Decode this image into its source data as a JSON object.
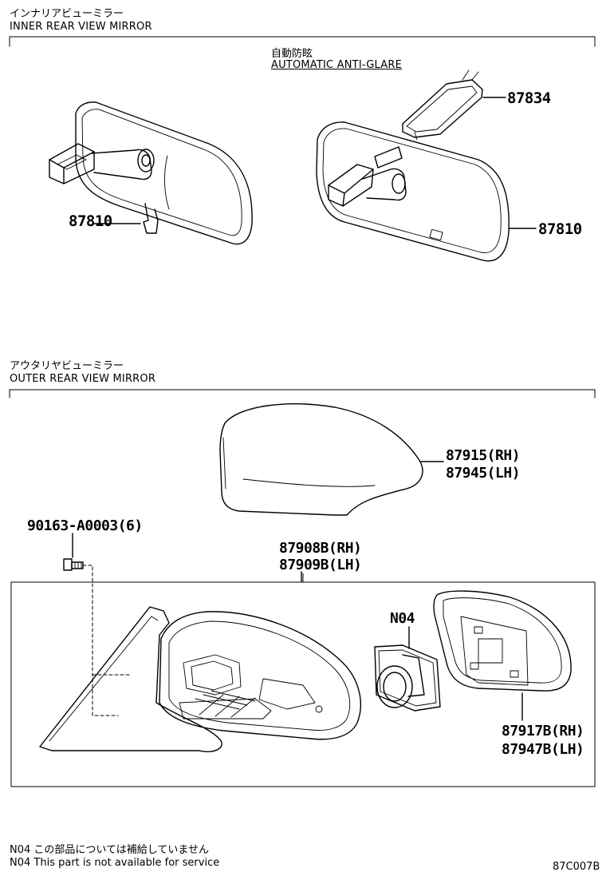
{
  "inner": {
    "title_jp": "インナリアビューミラー",
    "title_en": "INNER REAR VIEW MIRROR",
    "sub_jp": "自動防眩",
    "sub_en": "AUTOMATIC ANTI-GLARE",
    "part_left": "87810",
    "part_right": "87810",
    "part_bracket": "87834"
  },
  "outer": {
    "title_jp": "アウタリヤビューミラー",
    "title_en": "OUTER REAR VIEW MIRROR",
    "cover_rh": "87915(RH)",
    "cover_lh": "87945(LH)",
    "screw": "90163-A0003(6)",
    "assy_rh": "87908B(RH)",
    "assy_lh": "87909B(LH)",
    "motor": "N04",
    "glass_rh": "87917B(RH)",
    "glass_lh": "87947B(LH)"
  },
  "notes": {
    "jp": "N04 この部品については補給していません",
    "en": "N04 This part is not available for service"
  },
  "diagram_code": "87C007B"
}
